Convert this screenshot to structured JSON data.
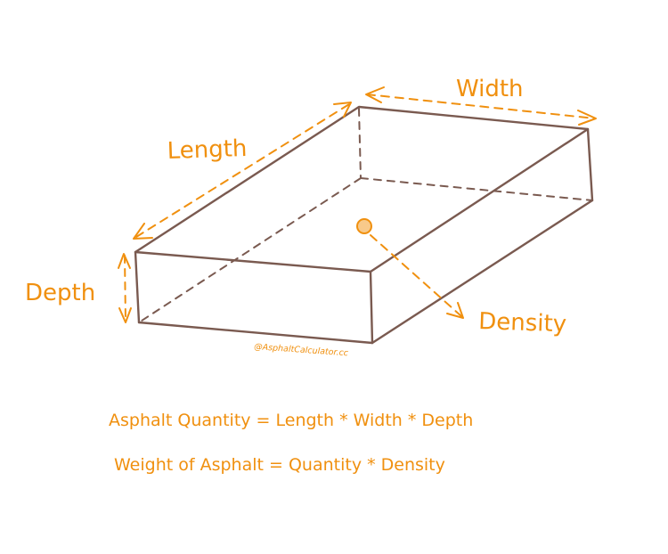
{
  "diagram": {
    "type": "isometric-box-dimensions",
    "labels": {
      "length": "Length",
      "width": "Width",
      "depth": "Depth",
      "density": "Density"
    },
    "watermark": "@AsphaltCalculator.cc",
    "formulas": [
      "Asphalt Quantity = Length * Width * Depth",
      "Weight of Asphalt = Quantity * Density"
    ],
    "colors": {
      "box_edge": "#7a5a50",
      "accent": "#f0900f",
      "dot_fill": "#f8c98a",
      "background": "#ffffff"
    }
  }
}
